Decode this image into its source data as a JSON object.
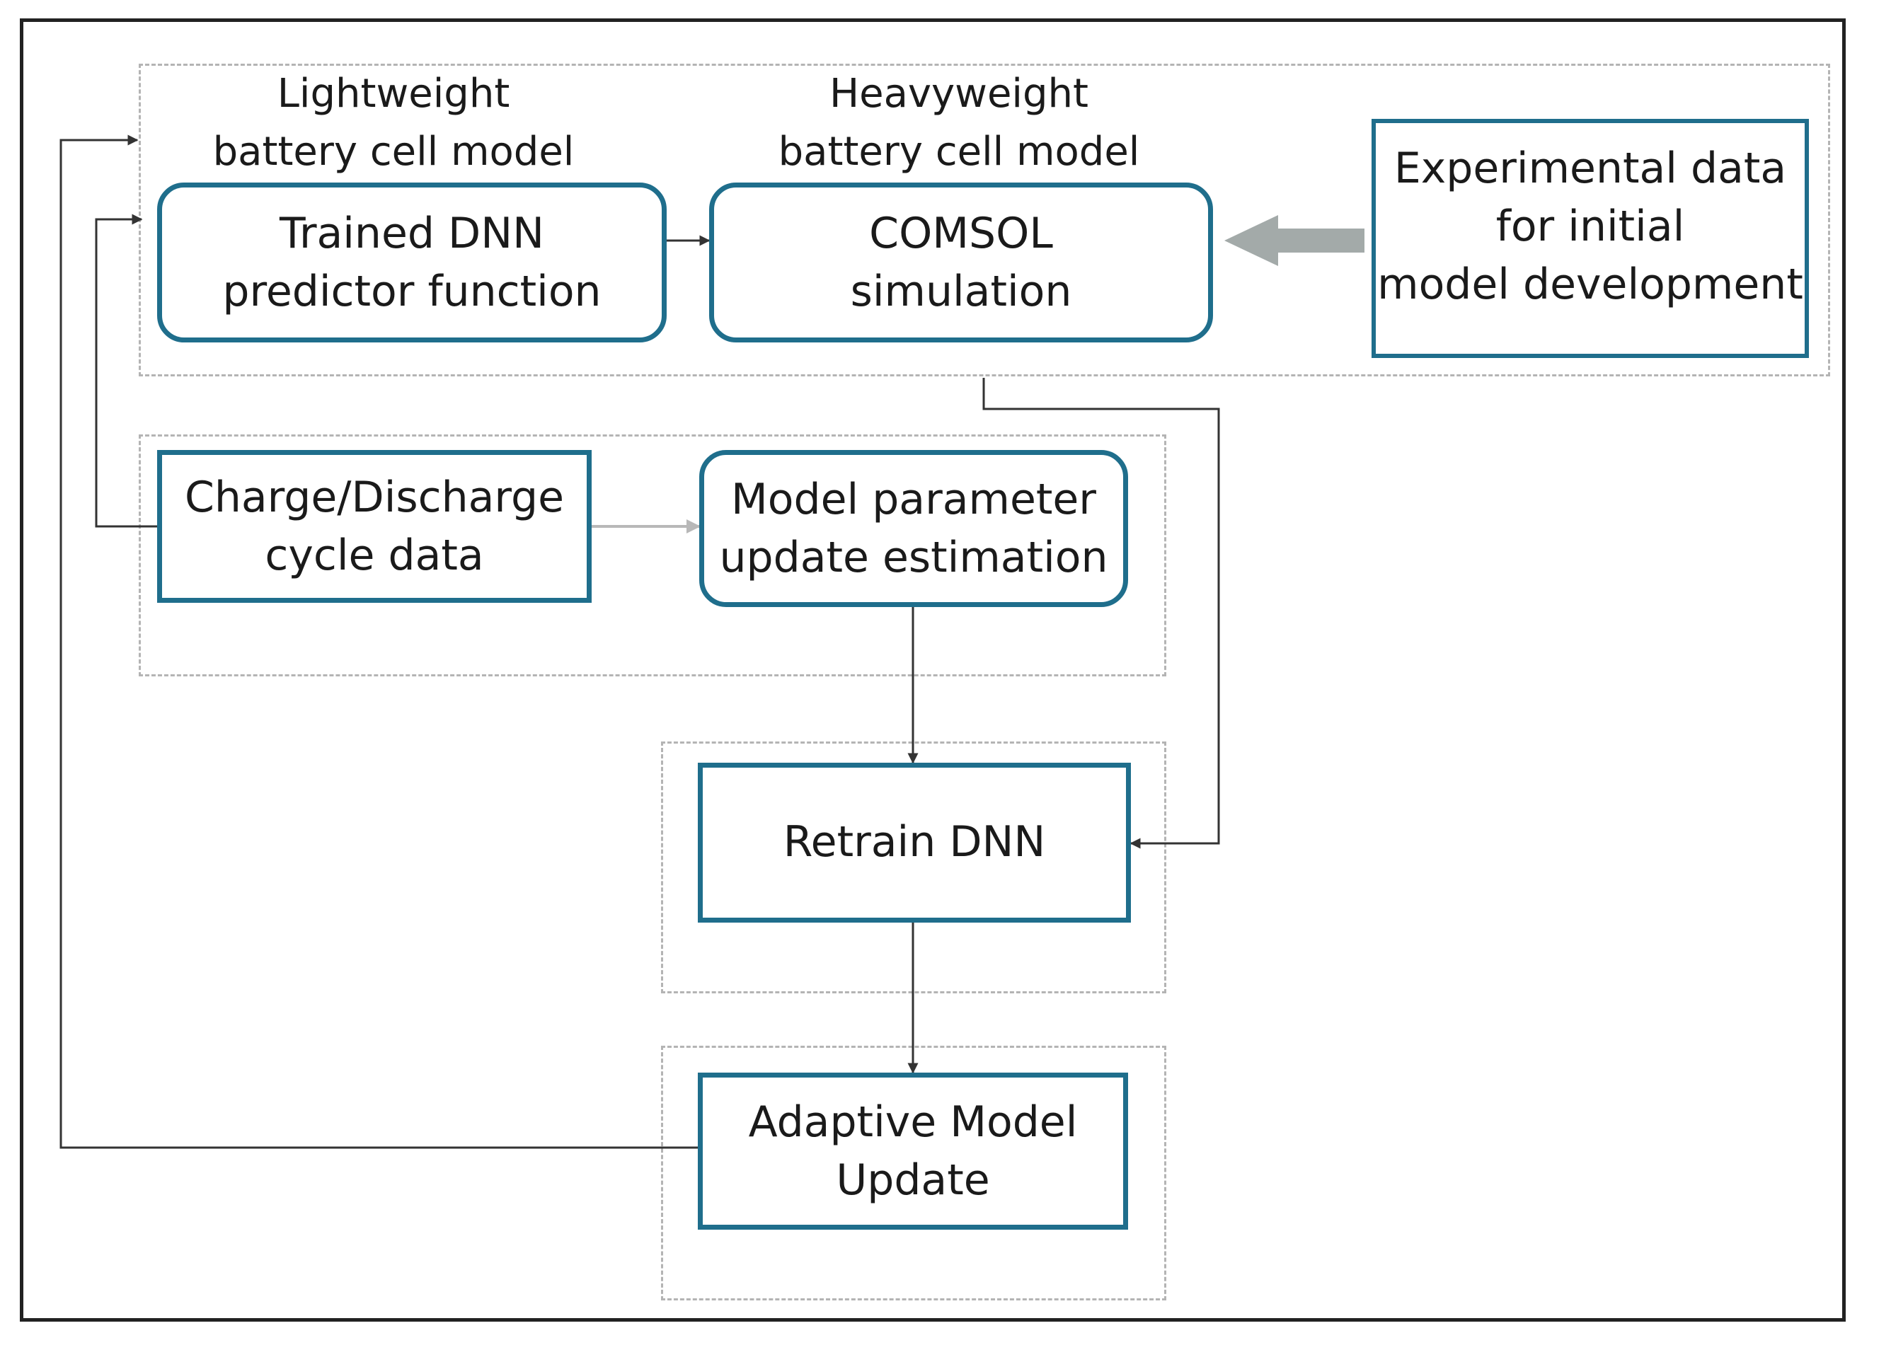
{
  "groups": {
    "models": {
      "lightweight_heading": [
        "Lightweight",
        "battery cell model"
      ],
      "heavyweight_heading": [
        "Heavyweight",
        "battery cell model"
      ]
    }
  },
  "nodes": {
    "dnn_predictor": [
      "Trained DNN",
      "predictor function"
    ],
    "comsol": [
      "COMSOL",
      "simulation"
    ],
    "experimental": [
      "Experimental data",
      "for initial",
      "model development"
    ],
    "cycle_data": [
      "Charge/Discharge",
      "cycle data"
    ],
    "param_update": [
      "Model parameter",
      "update estimation"
    ],
    "retrain": [
      "Retrain DNN"
    ],
    "adaptive": [
      "Adaptive Model",
      "Update"
    ]
  },
  "colors": {
    "box_border": "#1f6e8c",
    "arrow": "#333333",
    "arrow_light": "#b8b8b8",
    "big_arrow": "#a3aaa9",
    "dashed": "#b4b4b4"
  }
}
